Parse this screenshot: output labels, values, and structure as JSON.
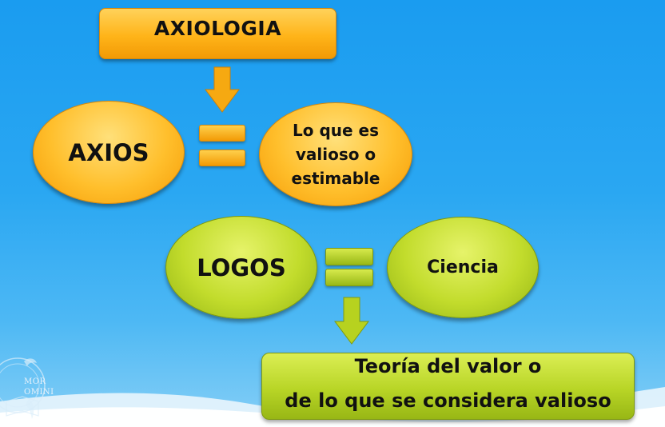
{
  "diagram": {
    "top_box": "AXIOLOGIA",
    "axios": "AXIOS",
    "axios_meaning": [
      "Lo que es",
      "valioso o",
      "estimable"
    ],
    "logos": "LOGOS",
    "logos_meaning": "Ciencia",
    "result_line1": "Teoría del valor o",
    "result_line2": "de lo que se considera valioso"
  },
  "logo": {
    "text_line1": "MOR",
    "text_line2": "OMINI"
  },
  "colors": {
    "orange": "#ffb419",
    "green": "#b8d526",
    "background": "#2aa7f2"
  }
}
